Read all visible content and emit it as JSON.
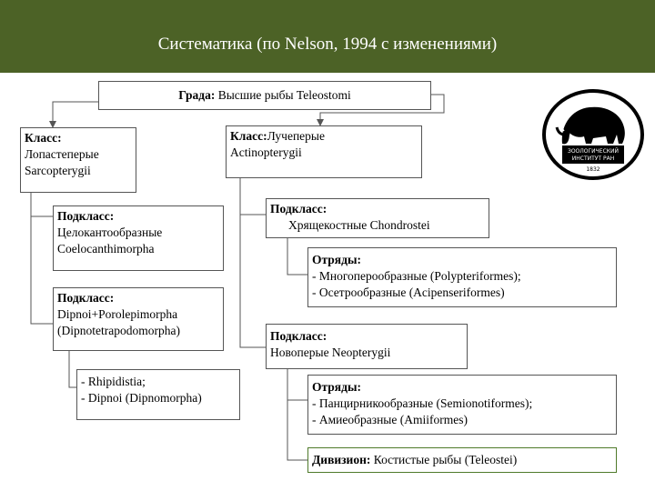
{
  "title": "Систематика (по Nelson, 1994 с изменениями)",
  "nodes": {
    "grada": {
      "label": "Града:",
      "text": "Высшие рыбы Teleostomi"
    },
    "class_lobe": {
      "label": "Класс:",
      "line2": "Лопастеперые",
      "line3": "Sarcopterygii"
    },
    "class_ray": {
      "label": "Класс:",
      "text": "Лучеперые",
      "line2": "Actinopterygii"
    },
    "subclass_coel": {
      "label": "Подкласс:",
      "line2": "Целокантообразные",
      "line3": "Coelocanthimorpha"
    },
    "subclass_dipnoi": {
      "label": "Подкласс:",
      "line2": "Dipnoi+Porolepimorpha",
      "line3": "(Dipnotetrapodomorpha)"
    },
    "rhipidistia": {
      "line1": "- Rhipidistia;",
      "line2": "- Dipnoi (Dipnomorpha)"
    },
    "subclass_chondrostei": {
      "label": "Подкласс:",
      "line2": "Хрящекостные Chondrostei"
    },
    "orders_chondrostei": {
      "label": "Отряды:",
      "line2": "- Многоперообразные (Polypteriformes);",
      "line3": "- Осетрообразные (Acipenseriformes)"
    },
    "subclass_neopterygii": {
      "label": "Подкласс:",
      "line2": "Новоперые Neopterygii"
    },
    "orders_neopterygii": {
      "label": "Отряды:",
      "line2": "- Панцирникообразные (Semionotiformes);",
      "line3": "- Амиеобразные (Amiiformes)"
    },
    "division": {
      "label": "Дивизион:",
      "text": "Костистые рыбы (Teleostei)"
    }
  },
  "logo": {
    "text1": "ЗООЛОГИЧЕСКИЙ",
    "text2": "ИНСТИТУТ РАН",
    "year": "1832"
  },
  "colors": {
    "header_bg": "#4c6226",
    "division_border": "#4f7a2a"
  }
}
